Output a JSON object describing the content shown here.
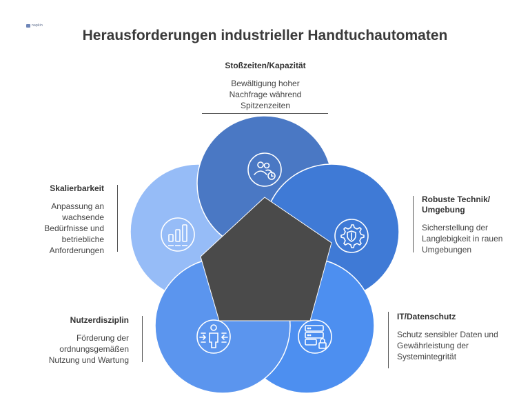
{
  "title": "Herausforderungen industrieller Handtuchautomaten",
  "logo": {
    "text": "napkin"
  },
  "colors": {
    "circle_top": "#4a78c4",
    "circle_right": "#3f7ad6",
    "circle_bottom_right": "#4d8ff0",
    "circle_bottom_left": "#5b95ee",
    "circle_left": "#96bcf7",
    "pentagon": "#4a4a4a"
  },
  "challenges": [
    {
      "id": "stosszeiten",
      "heading": "Stoßzeiten/Kapazität",
      "description": "Bewältigung hoher Nachfrage während Spitzenzeiten",
      "icon": "users-clock-icon"
    },
    {
      "id": "robuste-technik",
      "heading": "Robuste Technik/ Umgebung",
      "description": "Sicherstellung der Langlebigkeit in rauen Umgebungen",
      "icon": "gear-shield-icon"
    },
    {
      "id": "it-datenschutz",
      "heading": "IT/Datenschutz",
      "description": "Schutz sensibler Daten und Gewährleistung der Systemintegrität",
      "icon": "server-lock-icon"
    },
    {
      "id": "nutzerdisziplin",
      "heading": "Nutzerdisziplin",
      "description": "Förderung der ordnungsgemäßen Nutzung und Wartung",
      "icon": "person-arrows-icon"
    },
    {
      "id": "skalierbarkeit",
      "heading": "Skalierbarkeit",
      "description": "Anpassung an wachsende Bedürfnisse und betriebliche Anforderungen",
      "icon": "bar-chart-icon"
    }
  ]
}
